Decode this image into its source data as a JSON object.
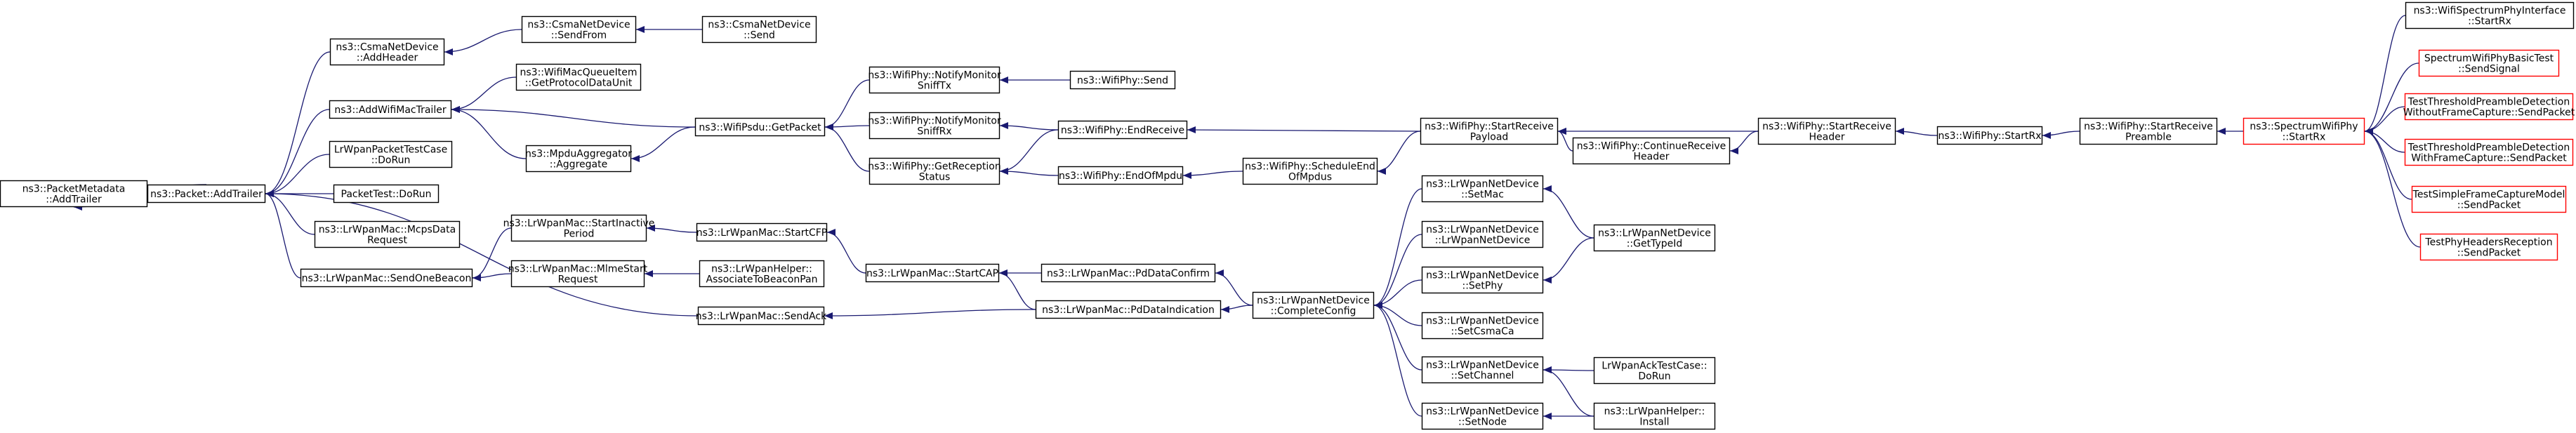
{
  "colors": {
    "edge": "#191970",
    "node_border": "#000000",
    "root_fill": "#bfbfbf",
    "truncated_border": "#ff0000",
    "background": "#ffffff"
  },
  "nodes": [
    {
      "id": "root",
      "lines": [
        "ns3::PacketMetadata",
        "::AddTrailer"
      ],
      "style": "root"
    },
    {
      "id": "pkt_addtrailer",
      "lines": [
        "ns3::Packet::AddTrailer"
      ]
    },
    {
      "id": "csma_addheader",
      "lines": [
        "ns3::CsmaNetDevice",
        "::AddHeader"
      ]
    },
    {
      "id": "csma_sendfrom",
      "lines": [
        "ns3::CsmaNetDevice",
        "::SendFrom"
      ]
    },
    {
      "id": "csma_send",
      "lines": [
        "ns3::CsmaNetDevice",
        "::Send"
      ]
    },
    {
      "id": "addwifimactrailer",
      "lines": [
        "ns3::AddWifiMacTrailer"
      ]
    },
    {
      "id": "wifimacqueueitem",
      "lines": [
        "ns3::WifiMacQueueItem",
        "::GetProtocolDataUnit"
      ]
    },
    {
      "id": "mpduaggregator",
      "lines": [
        "ns3::MpduAggregator",
        "::Aggregate"
      ]
    },
    {
      "id": "wifipsdu_getpacket",
      "lines": [
        "ns3::WifiPsdu::GetPacket"
      ]
    },
    {
      "id": "notifymonitor_tx",
      "lines": [
        "ns3::WifiPhy::NotifyMonitor",
        "SniffTx"
      ]
    },
    {
      "id": "wifiphy_send",
      "lines": [
        "ns3::WifiPhy::Send"
      ]
    },
    {
      "id": "notifymonitor_rx",
      "lines": [
        "ns3::WifiPhy::NotifyMonitor",
        "SniffRx"
      ]
    },
    {
      "id": "wifiphy_endreceive",
      "lines": [
        "ns3::WifiPhy::EndReceive"
      ]
    },
    {
      "id": "getreceptionstatus",
      "lines": [
        "ns3::WifiPhy::GetReception",
        "Status"
      ]
    },
    {
      "id": "wifiphy_endofmpdu",
      "lines": [
        "ns3::WifiPhy::EndOfMpdu"
      ]
    },
    {
      "id": "schedule_endofmpdus",
      "lines": [
        "ns3::WifiPhy::ScheduleEnd",
        "OfMpdus"
      ]
    },
    {
      "id": "startreceivepayload",
      "lines": [
        "ns3::WifiPhy::StartReceive",
        "Payload"
      ]
    },
    {
      "id": "continuereceiveheader",
      "lines": [
        "ns3::WifiPhy::ContinueReceive",
        "Header"
      ]
    },
    {
      "id": "startreceiveheader",
      "lines": [
        "ns3::WifiPhy::StartReceive",
        "Header"
      ]
    },
    {
      "id": "wifiphy_startrx",
      "lines": [
        "ns3::WifiPhy::StartRx"
      ]
    },
    {
      "id": "startreceivepreamble",
      "lines": [
        "ns3::WifiPhy::StartReceive",
        "Preamble"
      ]
    },
    {
      "id": "spectrumwifiphy_startrx",
      "lines": [
        "ns3::SpectrumWifiPhy",
        "::StartRx"
      ],
      "style": "truncated"
    },
    {
      "id": "wifispectrumphyinterface",
      "lines": [
        "ns3::WifiSpectrumPhyInterface",
        "::StartRx"
      ]
    },
    {
      "id": "sendsignal",
      "lines": [
        "SpectrumWifiPhyBasicTest",
        "::SendSignal"
      ],
      "style": "truncated"
    },
    {
      "id": "preamble_without",
      "lines": [
        "TestThresholdPreambleDetection",
        "WithoutFrameCapture::SendPacket"
      ],
      "style": "truncated"
    },
    {
      "id": "preamble_with",
      "lines": [
        "TestThresholdPreambleDetection",
        "WithFrameCapture::SendPacket"
      ],
      "style": "truncated"
    },
    {
      "id": "simpleframecapture",
      "lines": [
        "TestSimpleFrameCaptureModel",
        "::SendPacket"
      ],
      "style": "truncated"
    },
    {
      "id": "phyheadersreception",
      "lines": [
        "TestPhyHeadersReception",
        "::SendPacket"
      ],
      "style": "truncated"
    },
    {
      "id": "lrwpanpackettestcase",
      "lines": [
        "LrWpanPacketTestCase",
        "::DoRun"
      ]
    },
    {
      "id": "packettest_dorun",
      "lines": [
        "PacketTest::DoRun"
      ]
    },
    {
      "id": "mcpsdatarequest",
      "lines": [
        "ns3::LrWpanMac::McpsData",
        "Request"
      ]
    },
    {
      "id": "sendonebeacon",
      "lines": [
        "ns3::LrWpanMac::SendOneBeacon"
      ]
    },
    {
      "id": "startinactiveperiod",
      "lines": [
        "ns3::LrWpanMac::StartInactive",
        "Period"
      ]
    },
    {
      "id": "startcfp",
      "lines": [
        "ns3::LrWpanMac::StartCFP"
      ]
    },
    {
      "id": "mlmestartrequest",
      "lines": [
        "ns3::LrWpanMac::MlmeStart",
        "Request"
      ]
    },
    {
      "id": "associatetobeaconpan",
      "lines": [
        "ns3::LrWpanHelper::",
        "AssociateToBeaconPan"
      ]
    },
    {
      "id": "startcap",
      "lines": [
        "ns3::LrWpanMac::StartCAP"
      ]
    },
    {
      "id": "pddataconfirm",
      "lines": [
        "ns3::LrWpanMac::PdDataConfirm"
      ]
    },
    {
      "id": "pddataindication",
      "lines": [
        "ns3::LrWpanMac::PdDataIndication"
      ]
    },
    {
      "id": "sendack",
      "lines": [
        "ns3::LrWpanMac::SendAck"
      ]
    },
    {
      "id": "completeconfig",
      "lines": [
        "ns3::LrWpanNetDevice",
        "::CompleteConfig"
      ]
    },
    {
      "id": "setmac",
      "lines": [
        "ns3::LrWpanNetDevice",
        "::SetMac"
      ]
    },
    {
      "id": "lrwpannetdevice_ctor",
      "lines": [
        "ns3::LrWpanNetDevice",
        "::LrWpanNetDevice"
      ]
    },
    {
      "id": "gettypeid",
      "lines": [
        "ns3::LrWpanNetDevice",
        "::GetTypeId"
      ]
    },
    {
      "id": "setphy",
      "lines": [
        "ns3::LrWpanNetDevice",
        "::SetPhy"
      ]
    },
    {
      "id": "setcsmaca",
      "lines": [
        "ns3::LrWpanNetDevice",
        "::SetCsmaCa"
      ]
    },
    {
      "id": "setchannel",
      "lines": [
        "ns3::LrWpanNetDevice",
        "::SetChannel"
      ]
    },
    {
      "id": "lrwpanacktestcase",
      "lines": [
        "LrWpanAckTestCase::",
        "DoRun"
      ]
    },
    {
      "id": "setnode",
      "lines": [
        "ns3::LrWpanNetDevice",
        "::SetNode"
      ]
    },
    {
      "id": "lrwpanhelper_install",
      "lines": [
        "ns3::LrWpanHelper::",
        "Install"
      ]
    }
  ],
  "edges": [
    [
      "pkt_addtrailer",
      "root"
    ],
    [
      "csma_addheader",
      "pkt_addtrailer"
    ],
    [
      "csma_sendfrom",
      "csma_addheader"
    ],
    [
      "csma_send",
      "csma_sendfrom"
    ],
    [
      "addwifimactrailer",
      "pkt_addtrailer"
    ],
    [
      "wifimacqueueitem",
      "addwifimactrailer"
    ],
    [
      "mpduaggregator",
      "addwifimactrailer"
    ],
    [
      "wifipsdu_getpacket",
      "addwifimactrailer"
    ],
    [
      "wifipsdu_getpacket",
      "mpduaggregator"
    ],
    [
      "notifymonitor_tx",
      "wifipsdu_getpacket"
    ],
    [
      "wifiphy_send",
      "notifymonitor_tx"
    ],
    [
      "notifymonitor_rx",
      "wifipsdu_getpacket"
    ],
    [
      "wifiphy_endreceive",
      "notifymonitor_rx"
    ],
    [
      "getreceptionstatus",
      "wifipsdu_getpacket"
    ],
    [
      "wifiphy_endreceive",
      "getreceptionstatus"
    ],
    [
      "wifiphy_endofmpdu",
      "getreceptionstatus"
    ],
    [
      "schedule_endofmpdus",
      "wifiphy_endofmpdu"
    ],
    [
      "startreceivepayload",
      "wifiphy_endreceive"
    ],
    [
      "startreceivepayload",
      "schedule_endofmpdus"
    ],
    [
      "continuereceiveheader",
      "startreceivepayload"
    ],
    [
      "startreceiveheader",
      "startreceivepayload"
    ],
    [
      "startreceiveheader",
      "continuereceiveheader"
    ],
    [
      "wifiphy_startrx",
      "startreceiveheader"
    ],
    [
      "startreceivepreamble",
      "wifiphy_startrx"
    ],
    [
      "spectrumwifiphy_startrx",
      "startreceivepreamble"
    ],
    [
      "wifispectrumphyinterface",
      "spectrumwifiphy_startrx"
    ],
    [
      "sendsignal",
      "spectrumwifiphy_startrx"
    ],
    [
      "preamble_without",
      "spectrumwifiphy_startrx"
    ],
    [
      "preamble_with",
      "spectrumwifiphy_startrx"
    ],
    [
      "simpleframecapture",
      "spectrumwifiphy_startrx"
    ],
    [
      "phyheadersreception",
      "spectrumwifiphy_startrx"
    ],
    [
      "lrwpanpackettestcase",
      "pkt_addtrailer"
    ],
    [
      "packettest_dorun",
      "pkt_addtrailer"
    ],
    [
      "mcpsdatarequest",
      "pkt_addtrailer"
    ],
    [
      "sendonebeacon",
      "pkt_addtrailer"
    ],
    [
      "sendack",
      "pkt_addtrailer"
    ],
    [
      "startinactiveperiod",
      "sendonebeacon"
    ],
    [
      "mlmestartrequest",
      "sendonebeacon"
    ],
    [
      "startcfp",
      "startinactiveperiod"
    ],
    [
      "associatetobeaconpan",
      "mlmestartrequest"
    ],
    [
      "startcap",
      "startcfp"
    ],
    [
      "pddataconfirm",
      "startcap"
    ],
    [
      "pddataindication",
      "startcap"
    ],
    [
      "pddataindication",
      "sendack"
    ],
    [
      "completeconfig",
      "pddataconfirm"
    ],
    [
      "completeconfig",
      "pddataindication"
    ],
    [
      "setmac",
      "completeconfig"
    ],
    [
      "lrwpannetdevice_ctor",
      "completeconfig"
    ],
    [
      "setphy",
      "completeconfig"
    ],
    [
      "setcsmaca",
      "completeconfig"
    ],
    [
      "setchannel",
      "completeconfig"
    ],
    [
      "setnode",
      "completeconfig"
    ],
    [
      "gettypeid",
      "setmac"
    ],
    [
      "gettypeid",
      "setphy"
    ],
    [
      "lrwpanacktestcase",
      "setchannel"
    ],
    [
      "lrwpanhelper_install",
      "setchannel"
    ],
    [
      "lrwpanhelper_install",
      "setnode"
    ]
  ]
}
